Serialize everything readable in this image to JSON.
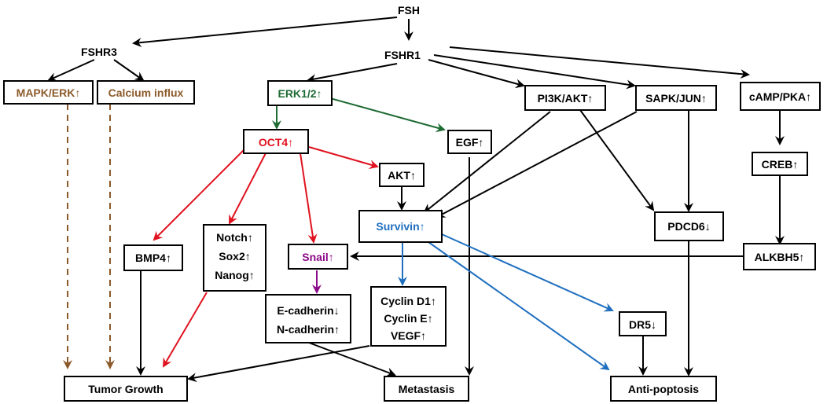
{
  "colors": {
    "black": "#000000",
    "brown": "#8b5a2b",
    "green": "#1e6b34",
    "red": "#e0121f",
    "blue": "#1f6fbf",
    "purple": "#8b0a87"
  },
  "nodes": {
    "fsh": "FSH",
    "fshr3": "FSHR3",
    "fshr1": "FSHR1",
    "mapk_erk": "MAPK/ERK↑",
    "calcium": "Calcium influx",
    "erk12": "ERK1/2↑",
    "pi3k": "PI3K/AKT↑",
    "sapk": "SAPK/JUN↑",
    "camp": "cAMP/PKA↑",
    "oct4": "OCT4↑",
    "egf": "EGF↑",
    "creb": "CREB↑",
    "akt": "AKT↑",
    "survivin": "Survivin↑",
    "pdcd6": "PDCD6↓",
    "bmp4": "BMP4↑",
    "notch": [
      "Notch↑",
      "Sox2↑",
      "Nanog↑"
    ],
    "snail": "Snail↑",
    "alkbh5": "ALKBH5↑",
    "ecad": [
      "E-cadherin↓",
      "N-cadherin↑"
    ],
    "cyclin": [
      "Cyclin D1↑",
      "Cyclin E↑",
      "VEGF↑"
    ],
    "dr5": "DR5↓",
    "tumor": "Tumor Growth",
    "metastasis": "Metastasis",
    "antiapoptosis": "Anti-poptosis"
  }
}
